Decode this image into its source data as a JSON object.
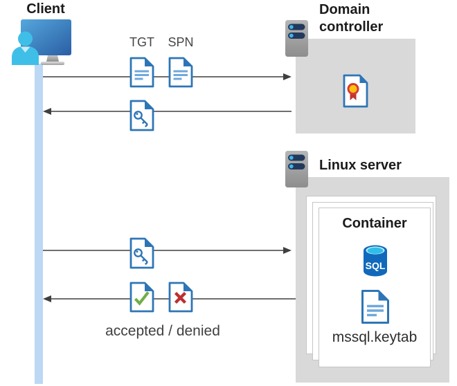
{
  "diagram": {
    "client": {
      "label": "Client"
    },
    "domain_controller": {
      "label": "Domain controller"
    },
    "linux_server": {
      "label": "Linux server"
    },
    "container": {
      "label": "Container",
      "sql_badge": "SQL",
      "keytab_label": "mssql.keytab"
    },
    "flow_labels": {
      "tgt": "TGT",
      "spn": "SPN",
      "result": "accepted / denied"
    }
  },
  "icons": {
    "client": "client-user-monitor-icon",
    "server": "server-icon",
    "certificate": "certificate-document-icon",
    "ticket_document": "ticket-document-icon",
    "key_document": "key-document-icon",
    "accepted": "check-document-icon",
    "denied": "cross-document-icon",
    "sql": "sql-database-icon",
    "keytab": "keytab-document-icon",
    "timeline": "client-timeline-bar"
  },
  "colors": {
    "doc_border_blue": "#2E75B6",
    "doc_line_blue": "#6FA8DC",
    "person_cyan": "#3FBFE8",
    "timeline_blue": "#BDD8F4",
    "box_gray": "#D9D9D9",
    "arrow_gray": "#3F3F3F",
    "check_green": "#72AE47",
    "cross_red": "#BE2F2F",
    "seal_yellow": "#FFC010",
    "seal_red": "#D73A33",
    "sql_body_blue": "#1069BB",
    "sql_top_cyan": "#2FBEE9",
    "server_bar_navy": "#21395C"
  }
}
